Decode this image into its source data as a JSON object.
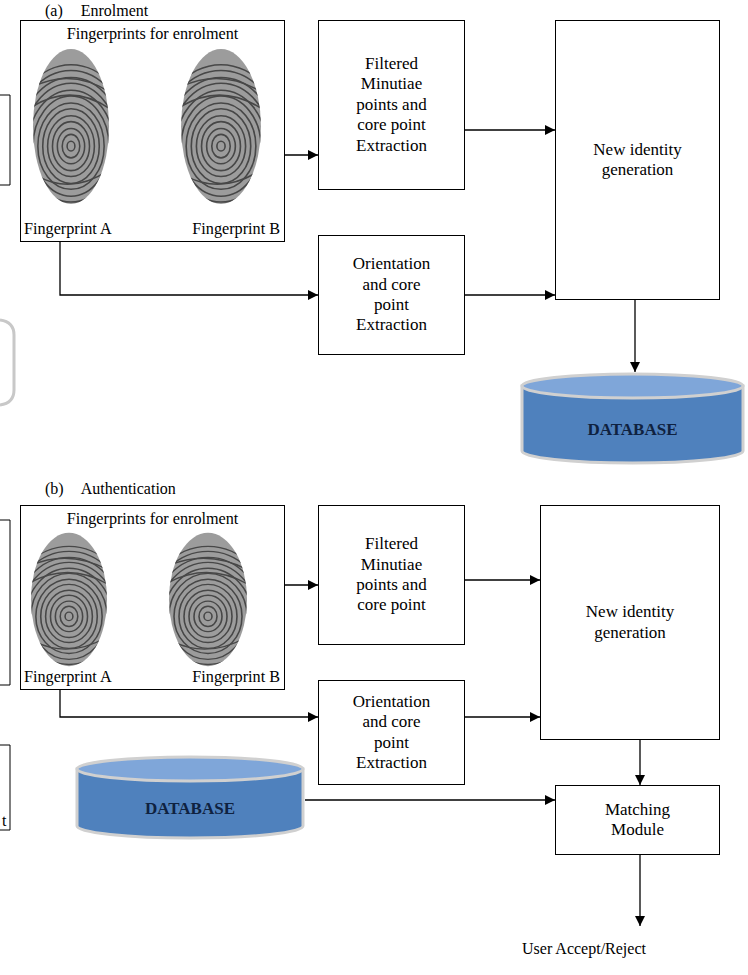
{
  "diagram": {
    "nodes": [
      {
        "text": [
          "Fingerprints for enrolment",
          "Fingerprint A",
          "Fingerprint B"
        ]
      },
      {
        "text": [
          "Filtered Minutiae points and core point Extraction"
        ]
      },
      {
        "text": [
          "Orientation and core point Extraction"
        ]
      },
      {
        "text": [
          "New identity generation"
        ]
      },
      {
        "text": [
          "DATABASE"
        ]
      },
      {
        "text": [
          "Fingerprints for enrolment",
          "Fingerprint A",
          "Fingerprint B"
        ]
      },
      {
        "text": [
          "Filtered Minutiae points and core point"
        ]
      },
      {
        "text": [
          "Orientation and core point Extraction"
        ]
      },
      {
        "text": [
          "New identity generation"
        ]
      },
      {
        "text": [
          "DATABASE"
        ]
      },
      {
        "text": [
          "Matching Module"
        ]
      }
    ],
    "edges": [
      {
        "from": 0,
        "to": 1,
        "arrow": "to"
      },
      {
        "from": 0,
        "to": 2,
        "arrow": "to"
      },
      {
        "from": 1,
        "to": 3,
        "arrow": "to"
      },
      {
        "from": 2,
        "to": 3,
        "arrow": "to"
      },
      {
        "from": 3,
        "to": 4,
        "arrow": "to"
      },
      {
        "from": 5,
        "to": 6,
        "arrow": "to"
      },
      {
        "from": 5,
        "to": 7,
        "arrow": "to"
      },
      {
        "from": 6,
        "to": 8,
        "arrow": "to"
      },
      {
        "from": 7,
        "to": 8,
        "arrow": "to"
      },
      {
        "from": 8,
        "to": 10,
        "arrow": "to"
      },
      {
        "from": 9,
        "to": 10,
        "arrow": "to"
      }
    ],
    "labels": [
      "(a) Enrolment",
      "(b) Authentication",
      "User Accept/Reject",
      "t"
    ]
  }
}
